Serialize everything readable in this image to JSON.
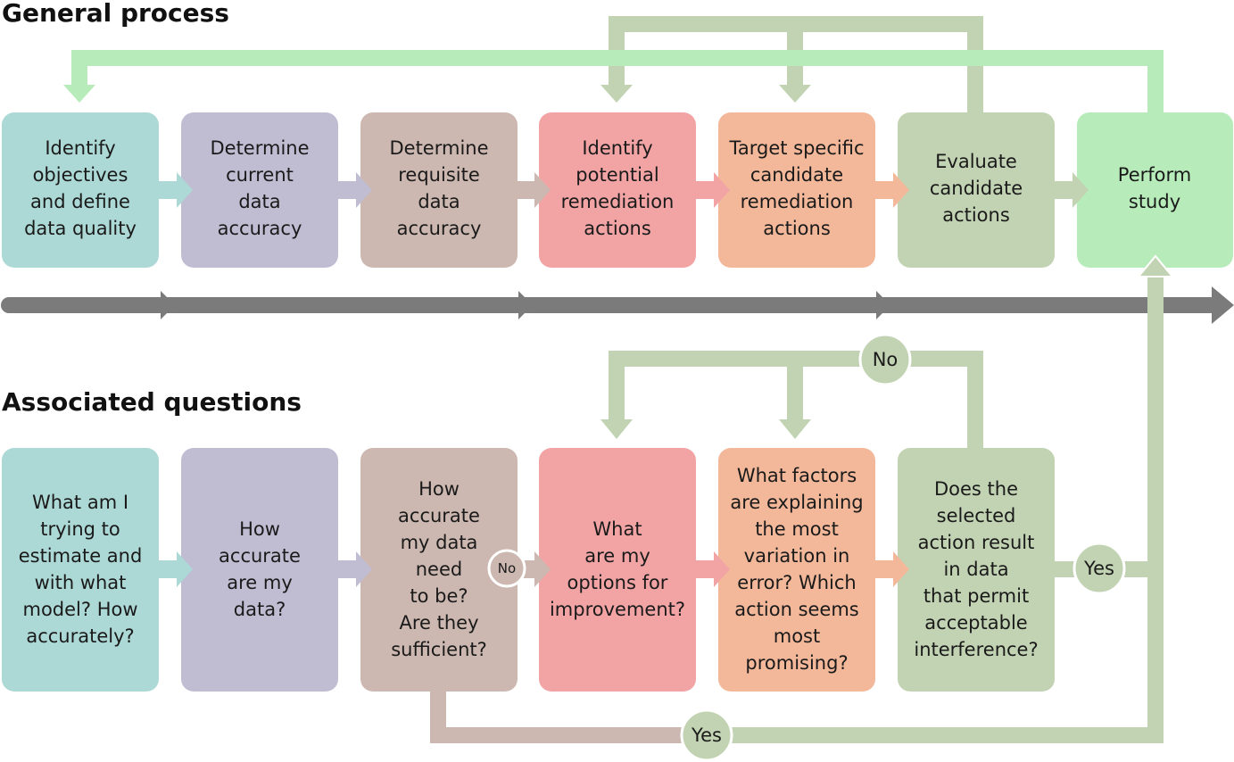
{
  "headings": {
    "general": "General process",
    "associated": "Associated questions"
  },
  "colors": {
    "teal": "#acd9d6",
    "lavender": "#c0bdd3",
    "taupe": "#ccb8b0",
    "pink": "#f2a4a5",
    "peach": "#f3b89a",
    "sage": "#c2d3b3",
    "mint": "#b7ecba",
    "timeline": "#7b7b7b"
  },
  "process": [
    {
      "id": "identify-objectives",
      "lines": [
        "Identify",
        "objectives",
        "and define",
        "data quality"
      ]
    },
    {
      "id": "determine-current",
      "lines": [
        "Determine",
        "current",
        "data",
        "accuracy"
      ]
    },
    {
      "id": "determine-requisite",
      "lines": [
        "Determine",
        "requisite",
        "data",
        "accuracy"
      ]
    },
    {
      "id": "identify-remediation",
      "lines": [
        "Identify",
        "potential",
        "remediation",
        "actions"
      ]
    },
    {
      "id": "target-candidate",
      "lines": [
        "Target specific",
        "candidate",
        "remediation",
        "actions"
      ]
    },
    {
      "id": "evaluate-candidate",
      "lines": [
        "Evaluate",
        "candidate",
        "actions"
      ]
    },
    {
      "id": "perform-study",
      "lines": [
        "Perform",
        "study"
      ]
    }
  ],
  "questions": [
    {
      "id": "estimate-model",
      "lines": [
        "What am I",
        "trying to",
        "estimate and",
        "with what",
        "model? How",
        "accurately?"
      ]
    },
    {
      "id": "how-accurate",
      "lines": [
        "How",
        "accurate",
        "are my",
        "data?"
      ]
    },
    {
      "id": "need-to-be",
      "lines": [
        "How",
        "accurate",
        "my data",
        "need",
        "to be?",
        "Are they",
        "sufficient?"
      ]
    },
    {
      "id": "options",
      "lines": [
        "What",
        "are my",
        "options for",
        "improvement?"
      ]
    },
    {
      "id": "factors",
      "lines": [
        "What factors",
        "are explaining",
        "the most",
        "variation in",
        "error? Which",
        "action seems",
        "most",
        "promising?"
      ]
    },
    {
      "id": "selected-action",
      "lines": [
        "Does the",
        "selected",
        "action result",
        "in data",
        "that permit",
        "acceptable",
        "interference?"
      ]
    }
  ],
  "badges": {
    "no_top": "No",
    "no_small": "No",
    "yes_right": "Yes",
    "yes_bottom": "Yes"
  }
}
